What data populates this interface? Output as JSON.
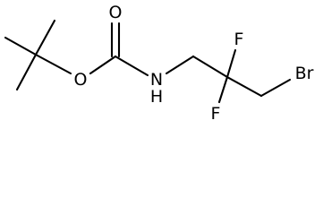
{
  "molecule": {
    "atoms": {
      "carbonyl_oxygen": "O",
      "ester_oxygen": "O",
      "amine_nitrogen": "N",
      "amine_hydrogen": "H",
      "fluorine_top": "F",
      "fluorine_bottom": "F",
      "bromine": "Br"
    }
  }
}
